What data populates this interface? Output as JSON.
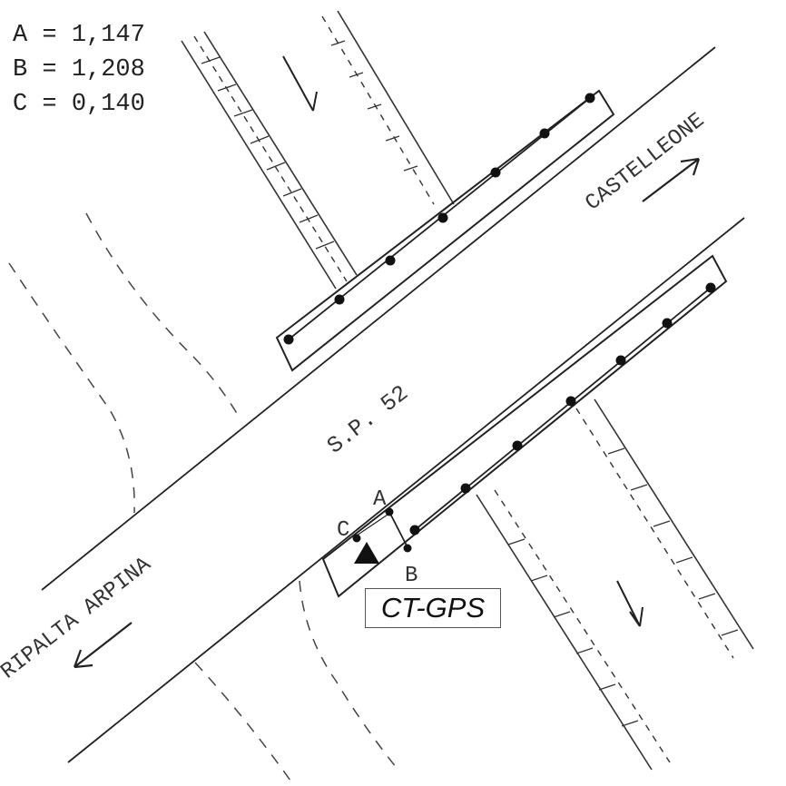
{
  "measurements": [
    {
      "label": "A",
      "separator": " = ",
      "value": "1,147"
    },
    {
      "label": "B",
      "separator": " = ",
      "value": "1,208"
    },
    {
      "label": "C",
      "separator": " = ",
      "value": "0,140"
    }
  ],
  "road_name": "S.P. 52",
  "directions": {
    "northeast": "CASTELLEONE",
    "southwest": "RIPALTA ARPINA"
  },
  "points": {
    "a": "A",
    "b": "B",
    "c": "C"
  },
  "station_label": "CT-GPS"
}
